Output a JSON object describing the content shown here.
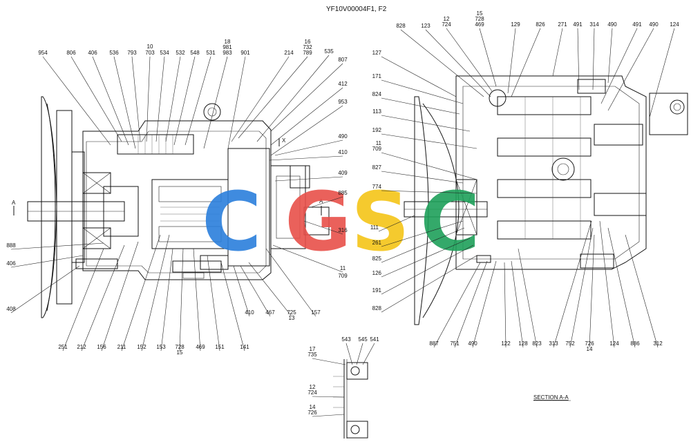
{
  "title": "YF10V00004F1, F2",
  "section_label": "SECTION A-A",
  "section_marker": "A",
  "x_marker": "X",
  "watermark": {
    "letters": [
      "C",
      "G",
      "S",
      "C"
    ],
    "colors": [
      "#2b7fdc",
      "#e8504a",
      "#f5c518",
      "#1fa05a"
    ]
  },
  "labels_left_top": [
    "954",
    "806",
    "406",
    "536",
    "793",
    "10",
    "703",
    "534",
    "532",
    "548",
    "531",
    "18",
    "981",
    "983",
    "901",
    "214",
    "16",
    "732",
    "789",
    "535"
  ],
  "labels_left_right": [
    "807",
    "412",
    "953",
    "490",
    "410",
    "409",
    "885",
    "316",
    "11",
    "709"
  ],
  "labels_left_left": [
    "888",
    "406",
    "408"
  ],
  "labels_left_bottom": [
    "251",
    "212",
    "156",
    "211",
    "152",
    "153",
    "728",
    "15",
    "469",
    "151",
    "141",
    "410",
    "467",
    "725",
    "13",
    "157"
  ],
  "labels_right_top": [
    "828",
    "123",
    "12",
    "724",
    "15",
    "728",
    "469",
    "129",
    "826",
    "271",
    "491",
    "314",
    "490",
    "491",
    "490",
    "124"
  ],
  "labels_right_left": [
    "127",
    "171",
    "824",
    "113",
    "192",
    "11",
    "709",
    "827",
    "774",
    "111",
    "261",
    "825",
    "126",
    "191",
    "828"
  ],
  "labels_right_bottom": [
    "887",
    "751",
    "490",
    "122",
    "128",
    "823",
    "313",
    "752",
    "726",
    "14",
    "124",
    "886",
    "312"
  ],
  "labels_detail": [
    "543",
    "545",
    "541",
    "17",
    "735",
    "12",
    "724",
    "14",
    "726"
  ]
}
